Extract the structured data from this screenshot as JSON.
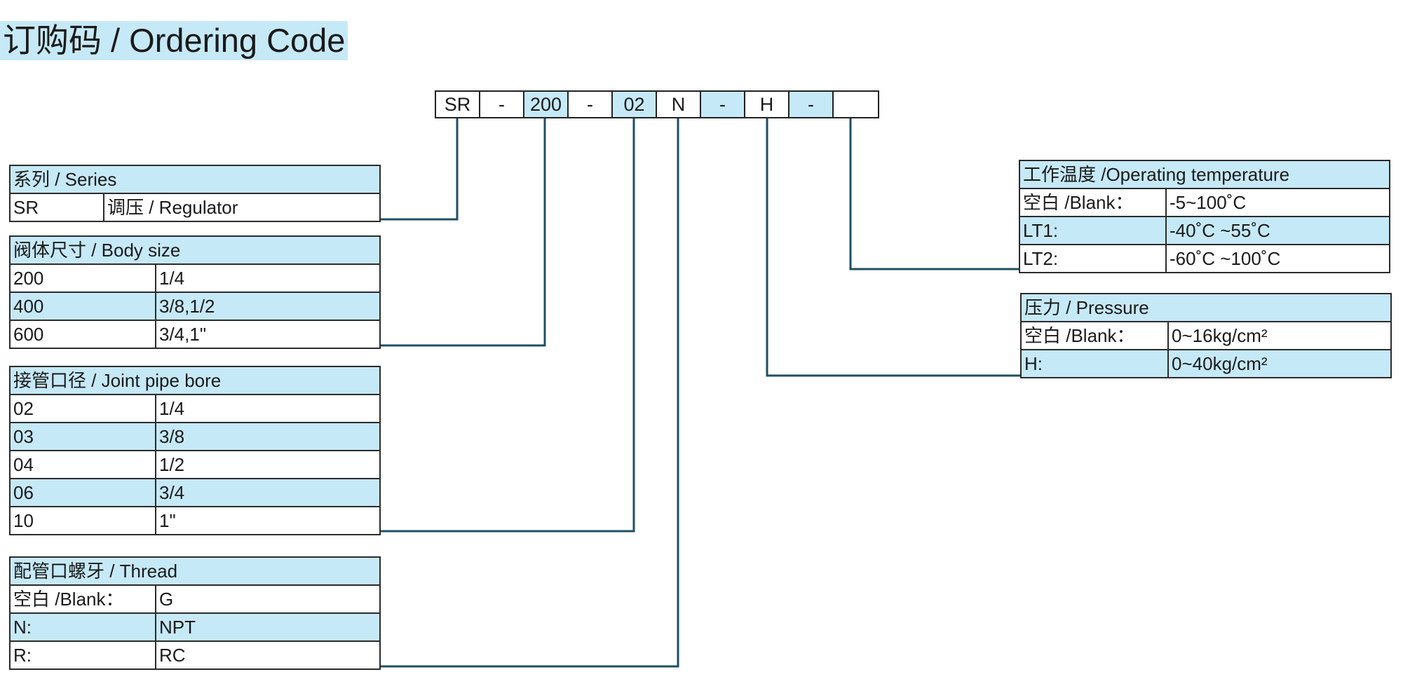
{
  "title": "订购码 / Ordering Code",
  "colors": {
    "header_fill": "#c6e9f7",
    "connector": "#1f4f62",
    "border": "#222222"
  },
  "code": [
    "SR",
    "-",
    "200",
    "-",
    "02",
    "N",
    "-",
    "H",
    "-",
    ""
  ],
  "tables": {
    "series": {
      "header": "系列 / Series",
      "rows": [
        [
          "SR",
          "调压 / Regulator"
        ]
      ]
    },
    "body_size": {
      "header": "阀体尺寸 / Body size",
      "rows": [
        [
          "200",
          "1/4"
        ],
        [
          "400",
          "3/8,1/2"
        ],
        [
          "600",
          "3/4,1\""
        ]
      ]
    },
    "joint_bore": {
      "header": "接管口径 / Joint pipe bore",
      "rows": [
        [
          "02",
          "1/4"
        ],
        [
          "03",
          "3/8"
        ],
        [
          "04",
          "1/2"
        ],
        [
          "06",
          "3/4"
        ],
        [
          "10",
          "1\""
        ]
      ]
    },
    "thread": {
      "header": "配管口螺牙 / Thread",
      "rows": [
        [
          "空白 /Blank：",
          "G"
        ],
        [
          "N:",
          "NPT"
        ],
        [
          "R:",
          "RC"
        ]
      ]
    },
    "temperature": {
      "header": "工作温度 /Operating temperature",
      "rows": [
        [
          "空白 /Blank：",
          "-5~100˚C"
        ],
        [
          "LT1:",
          "-40˚C ~55˚C"
        ],
        [
          "LT2:",
          "-60˚C ~100˚C"
        ]
      ]
    },
    "pressure": {
      "header": "压力 / Pressure",
      "rows": [
        [
          "空白 /Blank：",
          "0~16kg/cm²"
        ],
        [
          "H:",
          "0~40kg/cm²"
        ]
      ]
    }
  }
}
